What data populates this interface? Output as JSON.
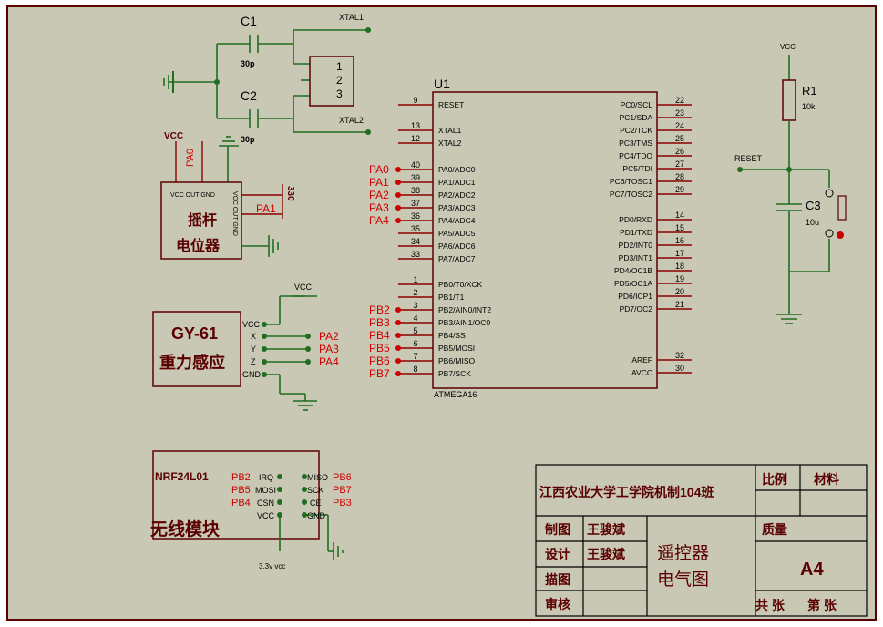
{
  "frame": {
    "bg": "#c8c8b4",
    "border": "#5a0000"
  },
  "crystal": {
    "c1_label": "C1",
    "c1_value": "30p",
    "c2_label": "C2",
    "c2_value": "30p",
    "xtal1": "XTAL1",
    "xtal2": "XTAL2",
    "pins": [
      "1",
      "2",
      "3"
    ]
  },
  "joystick": {
    "vcc": "VCC",
    "pa0": "PA0",
    "pins_top": "VCC OUT GND",
    "pins_side": "VCC OUT GND",
    "name1": "摇杆",
    "name2": "电位器",
    "pa1": "PA1",
    "r_value": "330"
  },
  "gy61": {
    "vcc": "VCC",
    "name": "GY-61",
    "name2": "重力感应",
    "pins": [
      "VCC",
      "X",
      "Y",
      "Z",
      "GND"
    ],
    "nets": [
      "PA2",
      "PA3",
      "PA4"
    ]
  },
  "nrf": {
    "name": "NRF24L01",
    "name2": "无线模块",
    "left_pins": [
      "IRQ",
      "MOSI",
      "CSN",
      "VCC"
    ],
    "left_nets": [
      "PB2",
      "PB5",
      "PB4"
    ],
    "right_pins": [
      "MISO",
      "SCK",
      "CE",
      "GND"
    ],
    "right_nets": [
      "PB6",
      "PB7",
      "PB3"
    ],
    "supply": "3.3v vcc"
  },
  "mcu": {
    "ref": "U1",
    "part": "ATMEGA16",
    "left": [
      {
        "num": "9",
        "name": "RESET",
        "net": ""
      },
      {
        "num": "13",
        "name": "XTAL1",
        "net": ""
      },
      {
        "num": "12",
        "name": "XTAL2",
        "net": ""
      },
      {
        "num": "40",
        "name": "PA0/ADC0",
        "net": "PA0"
      },
      {
        "num": "39",
        "name": "PA1/ADC1",
        "net": "PA1"
      },
      {
        "num": "38",
        "name": "PA2/ADC2",
        "net": "PA2"
      },
      {
        "num": "37",
        "name": "PA3/ADC3",
        "net": "PA3"
      },
      {
        "num": "36",
        "name": "PA4/ADC4",
        "net": "PA4"
      },
      {
        "num": "35",
        "name": "PA5/ADC5",
        "net": ""
      },
      {
        "num": "34",
        "name": "PA6/ADC6",
        "net": ""
      },
      {
        "num": "33",
        "name": "PA7/ADC7",
        "net": ""
      },
      {
        "num": "1",
        "name": "PB0/T0/XCK",
        "net": ""
      },
      {
        "num": "2",
        "name": "PB1/T1",
        "net": ""
      },
      {
        "num": "3",
        "name": "PB2/AIN0/INT2",
        "net": "PB2"
      },
      {
        "num": "4",
        "name": "PB3/AIN1/OC0",
        "net": "PB3"
      },
      {
        "num": "5",
        "name": "PB4/SS",
        "net": "PB4"
      },
      {
        "num": "6",
        "name": "PB5/MOSI",
        "net": "PB5"
      },
      {
        "num": "7",
        "name": "PB6/MISO",
        "net": "PB6"
      },
      {
        "num": "8",
        "name": "PB7/SCK",
        "net": "PB7"
      }
    ],
    "right": [
      {
        "num": "22",
        "name": "PC0/SCL"
      },
      {
        "num": "23",
        "name": "PC1/SDA"
      },
      {
        "num": "24",
        "name": "PC2/TCK"
      },
      {
        "num": "25",
        "name": "PC3/TMS"
      },
      {
        "num": "26",
        "name": "PC4/TDO"
      },
      {
        "num": "27",
        "name": "PC5/TDI"
      },
      {
        "num": "28",
        "name": "PC6/TOSC1"
      },
      {
        "num": "29",
        "name": "PC7/TOSC2"
      },
      {
        "num": "14",
        "name": "PD0/RXD"
      },
      {
        "num": "15",
        "name": "PD1/TXD"
      },
      {
        "num": "16",
        "name": "PD2/INT0"
      },
      {
        "num": "17",
        "name": "PD3/INT1"
      },
      {
        "num": "18",
        "name": "PD4/OC1B"
      },
      {
        "num": "19",
        "name": "PD5/OC1A"
      },
      {
        "num": "20",
        "name": "PD6/ICP1"
      },
      {
        "num": "21",
        "name": "PD7/OC2"
      },
      {
        "num": "32",
        "name": "AREF"
      },
      {
        "num": "30",
        "name": "AVCC"
      }
    ]
  },
  "reset_circuit": {
    "vcc": "VCC",
    "r_label": "R1",
    "r_value": "10k",
    "net": "RESET",
    "c_label": "C3",
    "c_value": "10u"
  },
  "title_block": {
    "school": "江西农业大学工学院机制104班",
    "scale": "比例",
    "material": "材料",
    "drawn": "制图",
    "drawn_by": "王骏斌",
    "design": "设计",
    "design_by": "王骏斌",
    "trace": "描图",
    "review": "审核",
    "title1": "遥控器",
    "title2": "电气图",
    "mass": "质量",
    "size": "A4",
    "total": "共 张",
    "sheet": "第 张"
  }
}
